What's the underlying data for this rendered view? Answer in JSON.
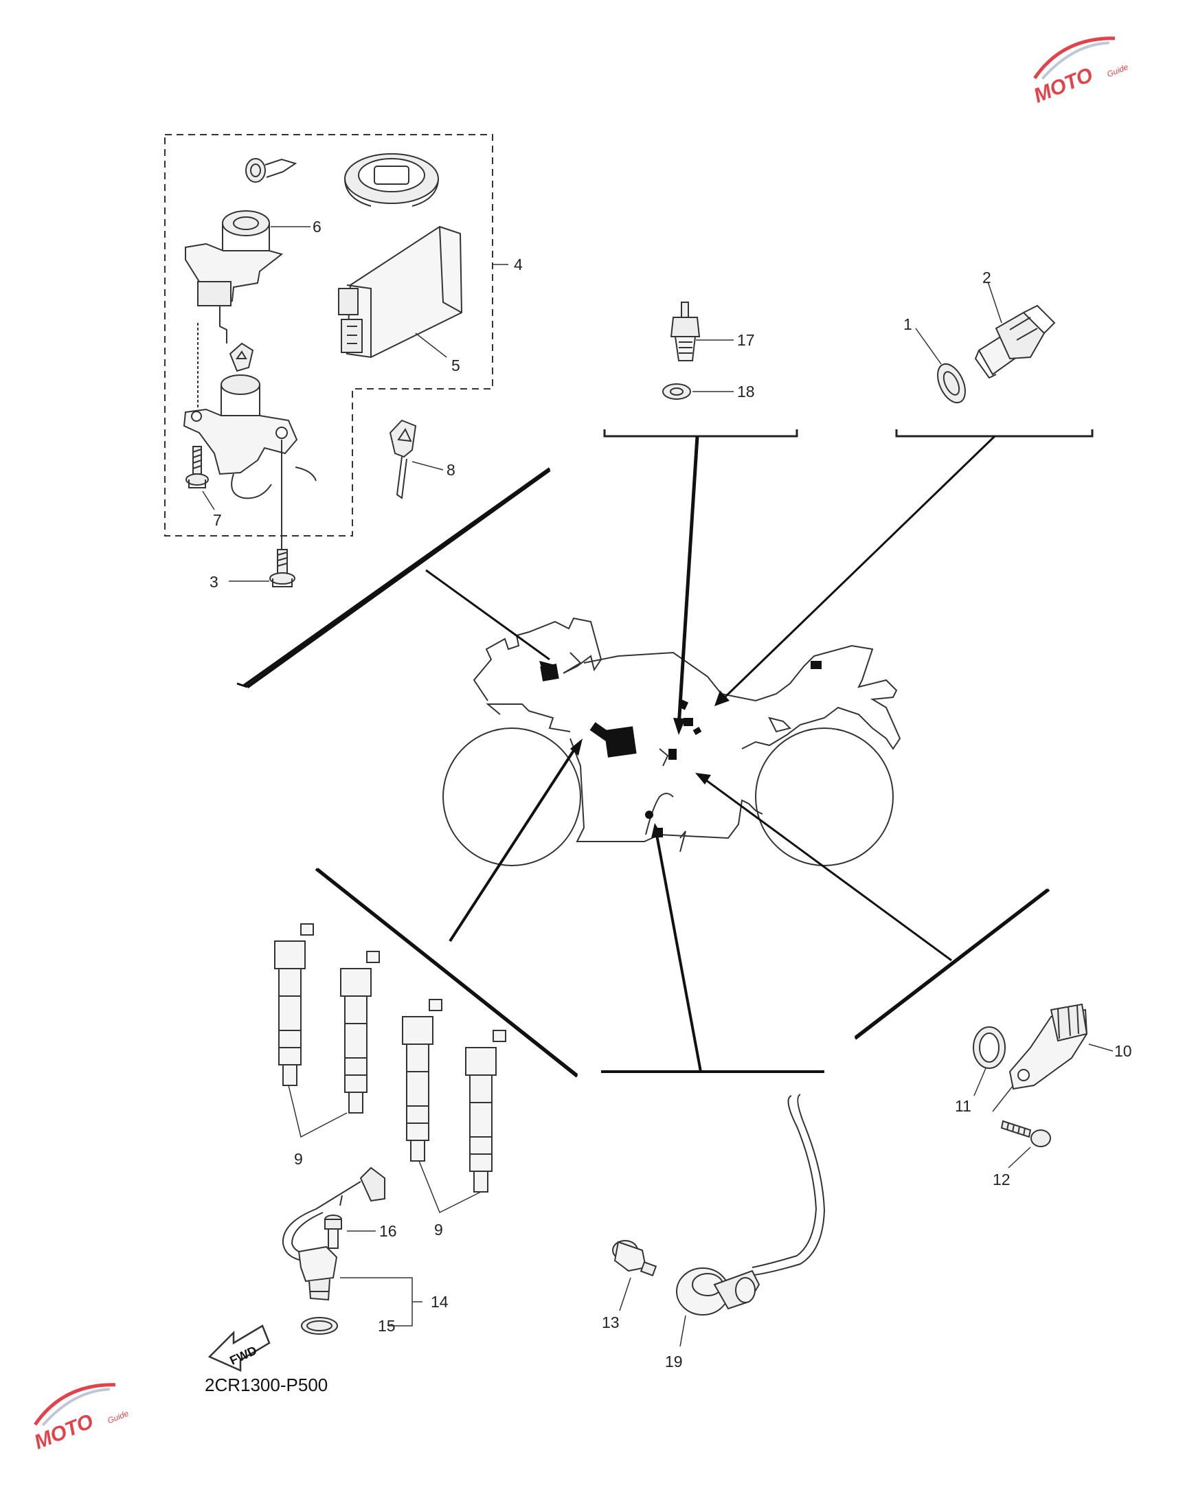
{
  "diagram_code": "2CR1300-P500",
  "fwd_label": "FWD",
  "watermark": {
    "brand": "MOTO",
    "tag": "Guide",
    "color": "#e2434b"
  },
  "parts": [
    {
      "id": "1",
      "label": "1"
    },
    {
      "id": "2",
      "label": "2"
    },
    {
      "id": "3",
      "label": "3"
    },
    {
      "id": "4",
      "label": "4"
    },
    {
      "id": "5",
      "label": "5"
    },
    {
      "id": "6",
      "label": "6"
    },
    {
      "id": "7",
      "label": "7"
    },
    {
      "id": "8",
      "label": "8"
    },
    {
      "id": "9a",
      "label": "9"
    },
    {
      "id": "9b",
      "label": "9"
    },
    {
      "id": "10",
      "label": "10"
    },
    {
      "id": "11",
      "label": "11"
    },
    {
      "id": "12",
      "label": "12"
    },
    {
      "id": "13",
      "label": "13"
    },
    {
      "id": "14",
      "label": "14"
    },
    {
      "id": "15",
      "label": "15"
    },
    {
      "id": "16",
      "label": "16"
    },
    {
      "id": "17",
      "label": "17"
    },
    {
      "id": "18",
      "label": "18"
    },
    {
      "id": "19",
      "label": "19"
    }
  ]
}
